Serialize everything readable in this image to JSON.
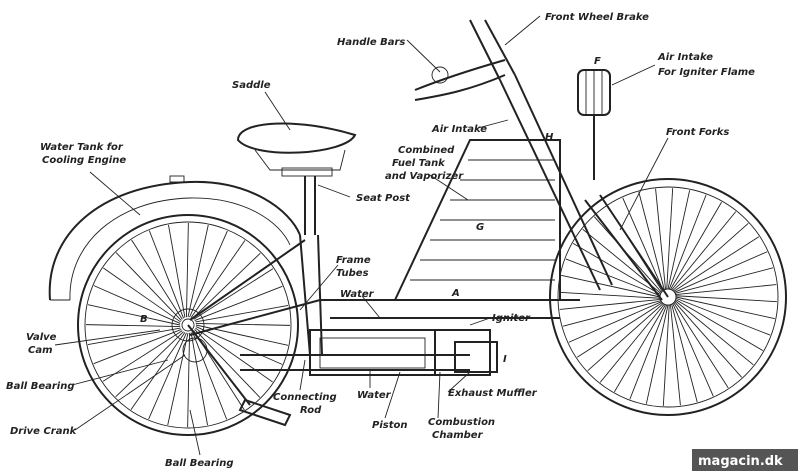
{
  "labels": {
    "front_wheel_brake": "Front Wheel Brake",
    "handle_bars": "Handle Bars",
    "air_intake_igniter_1": "Air Intake",
    "air_intake_igniter_2": "For Igniter Flame",
    "saddle": "Saddle",
    "air_intake": "Air Intake",
    "front_forks": "Front Forks",
    "water_tank_1": "Water Tank for",
    "water_tank_2": "Cooling Engine",
    "fuel_tank_1": "Combined",
    "fuel_tank_2": "Fuel Tank",
    "fuel_tank_3": "and Vaporizer",
    "seat_post": "Seat Post",
    "frame_tubes_1": "Frame",
    "frame_tubes_2": "Tubes",
    "water_upper": "Water",
    "igniter": "Igniter",
    "valve_cam_1": "Valve",
    "valve_cam_2": "Cam",
    "ball_bearing_left": "Ball Bearing",
    "connecting_rod_1": "Connecting",
    "connecting_rod_2": "Rod",
    "water_lower": "Water",
    "exhaust_muffler": "Exhaust Muffler",
    "piston": "Piston",
    "combustion_1": "Combustion",
    "combustion_2": "Chamber",
    "drive_crank": "Drive Crank",
    "ball_bearing_bottom": "Ball Bearing",
    "part_letter_f": "F",
    "part_letter_h": "H",
    "part_letter_g": "G",
    "part_letter_b": "B",
    "part_letter_a": "A",
    "part_letter_i": "I"
  },
  "watermark": "magacin.dk"
}
